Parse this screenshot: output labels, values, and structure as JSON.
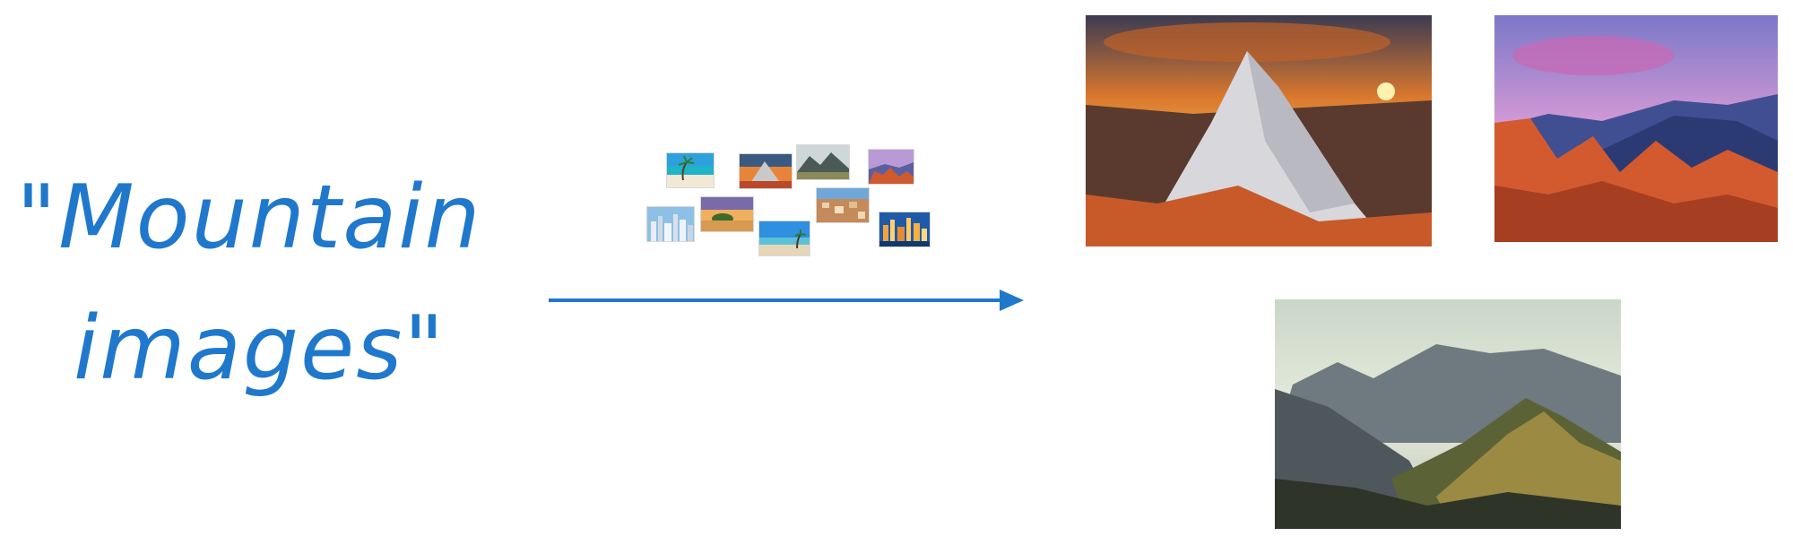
{
  "query": {
    "line1": "\"Mountain",
    "line2": "images\"",
    "color": "#1f78cc"
  },
  "arrow": {
    "color": "#1f78cc"
  },
  "collection_thumbnails": [
    {
      "scene": "tropical beach with palm tree"
    },
    {
      "scene": "mountain peak at sunset"
    },
    {
      "scene": "mountain range under cloudy sky"
    },
    {
      "scene": "red rocks under pink sky"
    },
    {
      "scene": "city skyline"
    },
    {
      "scene": "island at sunset"
    },
    {
      "scene": "beach shoreline"
    },
    {
      "scene": "city aerial view"
    },
    {
      "scene": "city skyline at night"
    }
  ],
  "results": [
    {
      "scene": "snowy mountain peak at sunset"
    },
    {
      "scene": "red rocks with purple mountains"
    },
    {
      "scene": "misty mountain valley"
    }
  ]
}
